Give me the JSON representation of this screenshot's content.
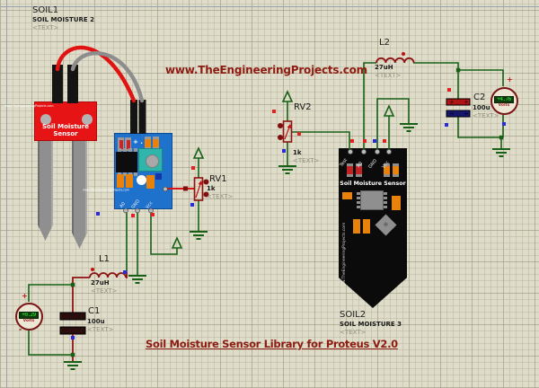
{
  "watermark": "www.TheEngineeringProjects.com",
  "caption": "Soil Moisture Sensor Library for Proteus V2.0",
  "soil1": {
    "ref": "SOIL1",
    "value": "SOIL MOISTURE 2",
    "placeholder": "<TEXT>",
    "title": "Soil Moisture Sensor",
    "url": "www.TheEngineeringProjects.com"
  },
  "soil2": {
    "ref": "SOIL2",
    "value": "SOIL MOISTURE 3",
    "placeholder": "<TEXT>",
    "title": "Soil Moisture Sensor",
    "url": "www.TheEngineeringProjects.com",
    "pins": [
      "Test",
      "A0",
      "GND",
      "Vcc"
    ]
  },
  "module": {
    "url": "www.TheEngineeringProjects.com",
    "plus_mark": "+ .",
    "pins": [
      "A0",
      "GND",
      "Vcc"
    ]
  },
  "inductors": {
    "l1": {
      "ref": "L1",
      "value": "27uH",
      "placeholder": "<TEXT>"
    },
    "l2": {
      "ref": "L2",
      "value": "27uH",
      "placeholder": "<TEXT>"
    }
  },
  "capacitors": {
    "c1": {
      "ref": "C1",
      "value": "100u",
      "placeholder": "<TEXT>"
    },
    "c2": {
      "ref": "C2",
      "value": "100u",
      "placeholder": "<TEXT>"
    }
  },
  "pots": {
    "rv1": {
      "ref": "RV1",
      "value": "1k",
      "placeholder": "<TEXT>"
    },
    "rv2": {
      "ref": "RV2",
      "value": "1k",
      "placeholder": "<TEXT>"
    }
  },
  "meters": {
    "left": {
      "reading": "+0.29",
      "unit": "Volts",
      "plus": "+",
      "minus": "-"
    },
    "right": {
      "reading": "+4.76",
      "unit": "Volts",
      "plus": "+"
    }
  },
  "colors": {
    "wire": "#176117",
    "component": "#8e1313",
    "title_red": "#8e1c12",
    "board_blue": "#1f72cc",
    "board_black": "#0b0b0b",
    "board_red": "#e61414",
    "lcd_green": "#3df03d",
    "orange": "#e8820a"
  }
}
